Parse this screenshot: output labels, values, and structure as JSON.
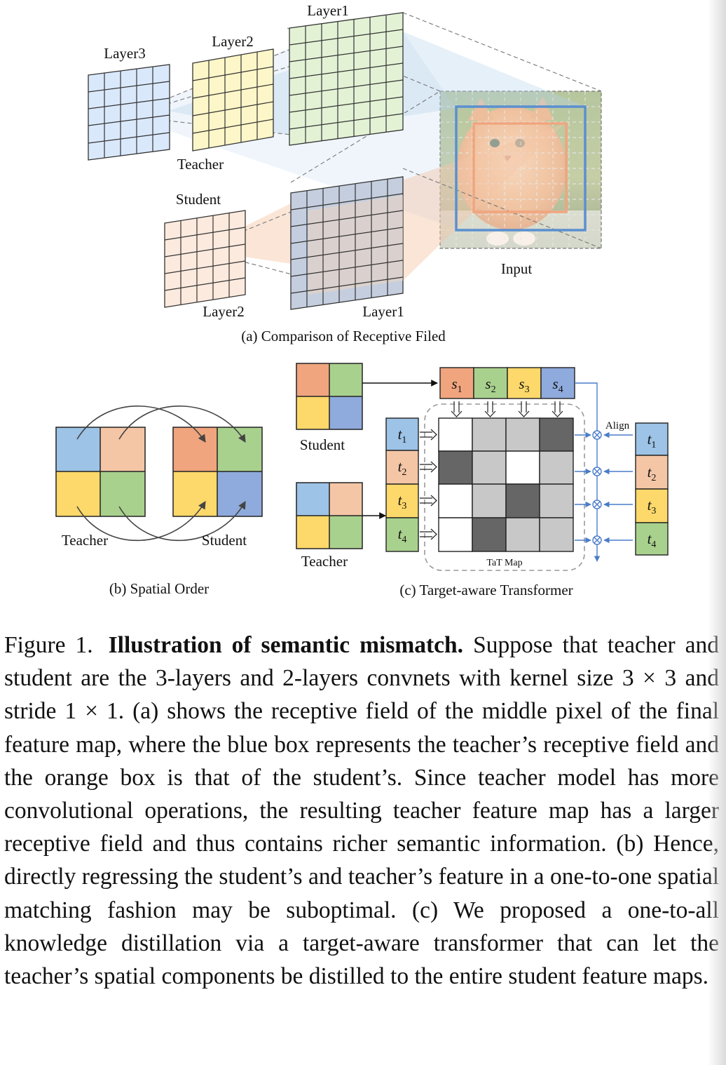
{
  "panel_a": {
    "layer3": "Layer3",
    "layer2_teacher": "Layer2",
    "layer1_teacher": "Layer1",
    "teacher": "Teacher",
    "student": "Student",
    "layer2_student": "Layer2",
    "layer1_student": "Layer1",
    "input": "Input",
    "caption": "(a) Comparison of Receptive Filed"
  },
  "panel_b": {
    "teacher": "Teacher",
    "student": "Student",
    "caption": "(b) Spatial Order"
  },
  "panel_c": {
    "student": "Student",
    "teacher": "Teacher",
    "s_labels": [
      "s",
      "s",
      "s",
      "s"
    ],
    "s_subs": [
      "1",
      "2",
      "3",
      "4"
    ],
    "t_labels": [
      "t",
      "t",
      "t",
      "t"
    ],
    "t_subs": [
      "1",
      "2",
      "3",
      "4"
    ],
    "align": "Align",
    "tat_map": "TaT Map",
    "caption": "(c) Target-aware Transformer"
  },
  "caption": {
    "fig_no": "Figure 1.",
    "title": "Illustration of semantic mismatch.",
    "body": "Suppose that teacher and student are the 3-layers and 2-layers convnets with kernel size 3 × 3 and stride 1 × 1. (a) shows the receptive field of the middle pixel of the final feature map, where the blue box repre­sents the teacher’s receptive field and the orange box is that of the student’s. Since teacher model has more convolutional operations, the resulting teacher feature map has a larger receptive field and thus contains richer semantic information. (b) Hence, directly re­gressing the student’s and teacher’s feature in a one-to-one spatial matching fashion may be suboptimal. (c) We proposed a one-to-all knowledge distillation via a target-aware transformer that can let the teacher’s spatial components be distilled to the entire student feature maps."
  },
  "colors": {
    "blue": "#9dc3e6",
    "peach": "#f4c6a6",
    "orange": "#f0a57e",
    "yellow": "#fdd86a",
    "green": "#a9d18e",
    "slate_blue": "#8faadc",
    "teacher_box": "#5b8fd0",
    "student_box": "#f0a57e",
    "dark_cell": "#666666",
    "light_cell": "#c8c8c8",
    "arrow_blue": "#4a7cc9"
  }
}
